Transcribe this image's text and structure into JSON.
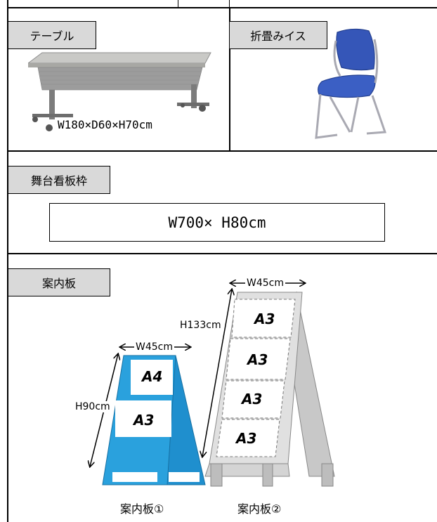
{
  "sections": {
    "table": {
      "label": "テーブル",
      "size": "W180×D60×H70cm"
    },
    "chair": {
      "label": "折畳みイス"
    },
    "stage_sign": {
      "label": "舞台看板枠",
      "size": "W700× H80cm"
    },
    "guide_board": {
      "label": "案内板",
      "board1": {
        "caption": "案内板①",
        "width": "W45cm",
        "height": "H90cm",
        "panels": [
          "A4",
          "A3"
        ]
      },
      "board2": {
        "caption": "案内板②",
        "width": "W45cm",
        "height": "H133cm",
        "panels": [
          "A3",
          "A3",
          "A3",
          "A3"
        ]
      }
    }
  },
  "colors": {
    "tag_bg": "#d9d9d9",
    "board1_blue": "#2aa1dd",
    "board2_gray": "#cfcfcf",
    "chair_blue": "#3556b8"
  }
}
